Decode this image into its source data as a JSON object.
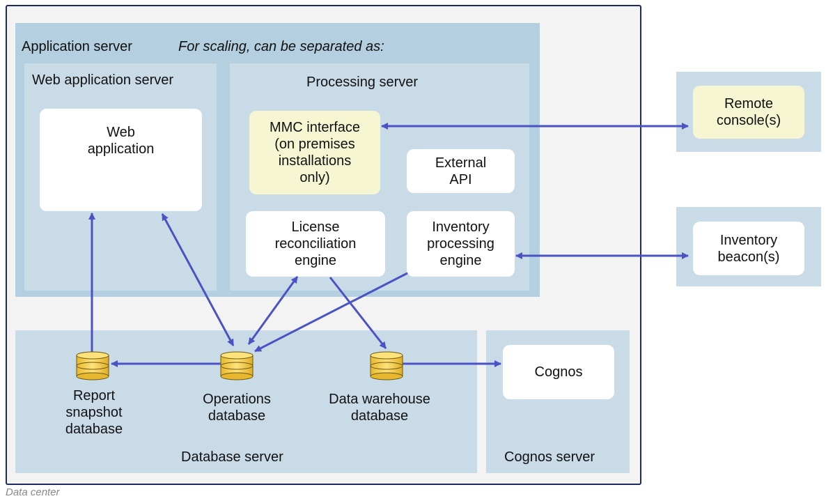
{
  "data_center": {
    "caption": "Data center"
  },
  "application_server": {
    "title": "Application server",
    "note": "For scaling, can be separated as:",
    "web_app_server": {
      "title": "Web application server",
      "web_application": "Web\napplication"
    },
    "processing_server": {
      "title": "Processing server",
      "mmc_interface": "MMC interface\n(on premises\ninstallations\nonly)",
      "external_api": "External\nAPI",
      "license_engine": "License\nreconciliation\nengine",
      "inventory_engine": "Inventory\nprocessing\nengine"
    }
  },
  "remote": {
    "remote_console": "Remote\nconsole(s)",
    "inventory_beacon": "Inventory\nbeacon(s)"
  },
  "database_server": {
    "title": "Database server",
    "report_db": "Report\nsnapshot\ndatabase",
    "operations_db": "Operations\ndatabase",
    "warehouse_db": "Data warehouse\ndatabase"
  },
  "cognos_server": {
    "title": "Cognos server",
    "cognos": "Cognos"
  },
  "colors": {
    "arrow": "#4a52c4",
    "db_fill": "#f2cd4a",
    "border": "#1d2a5c"
  }
}
